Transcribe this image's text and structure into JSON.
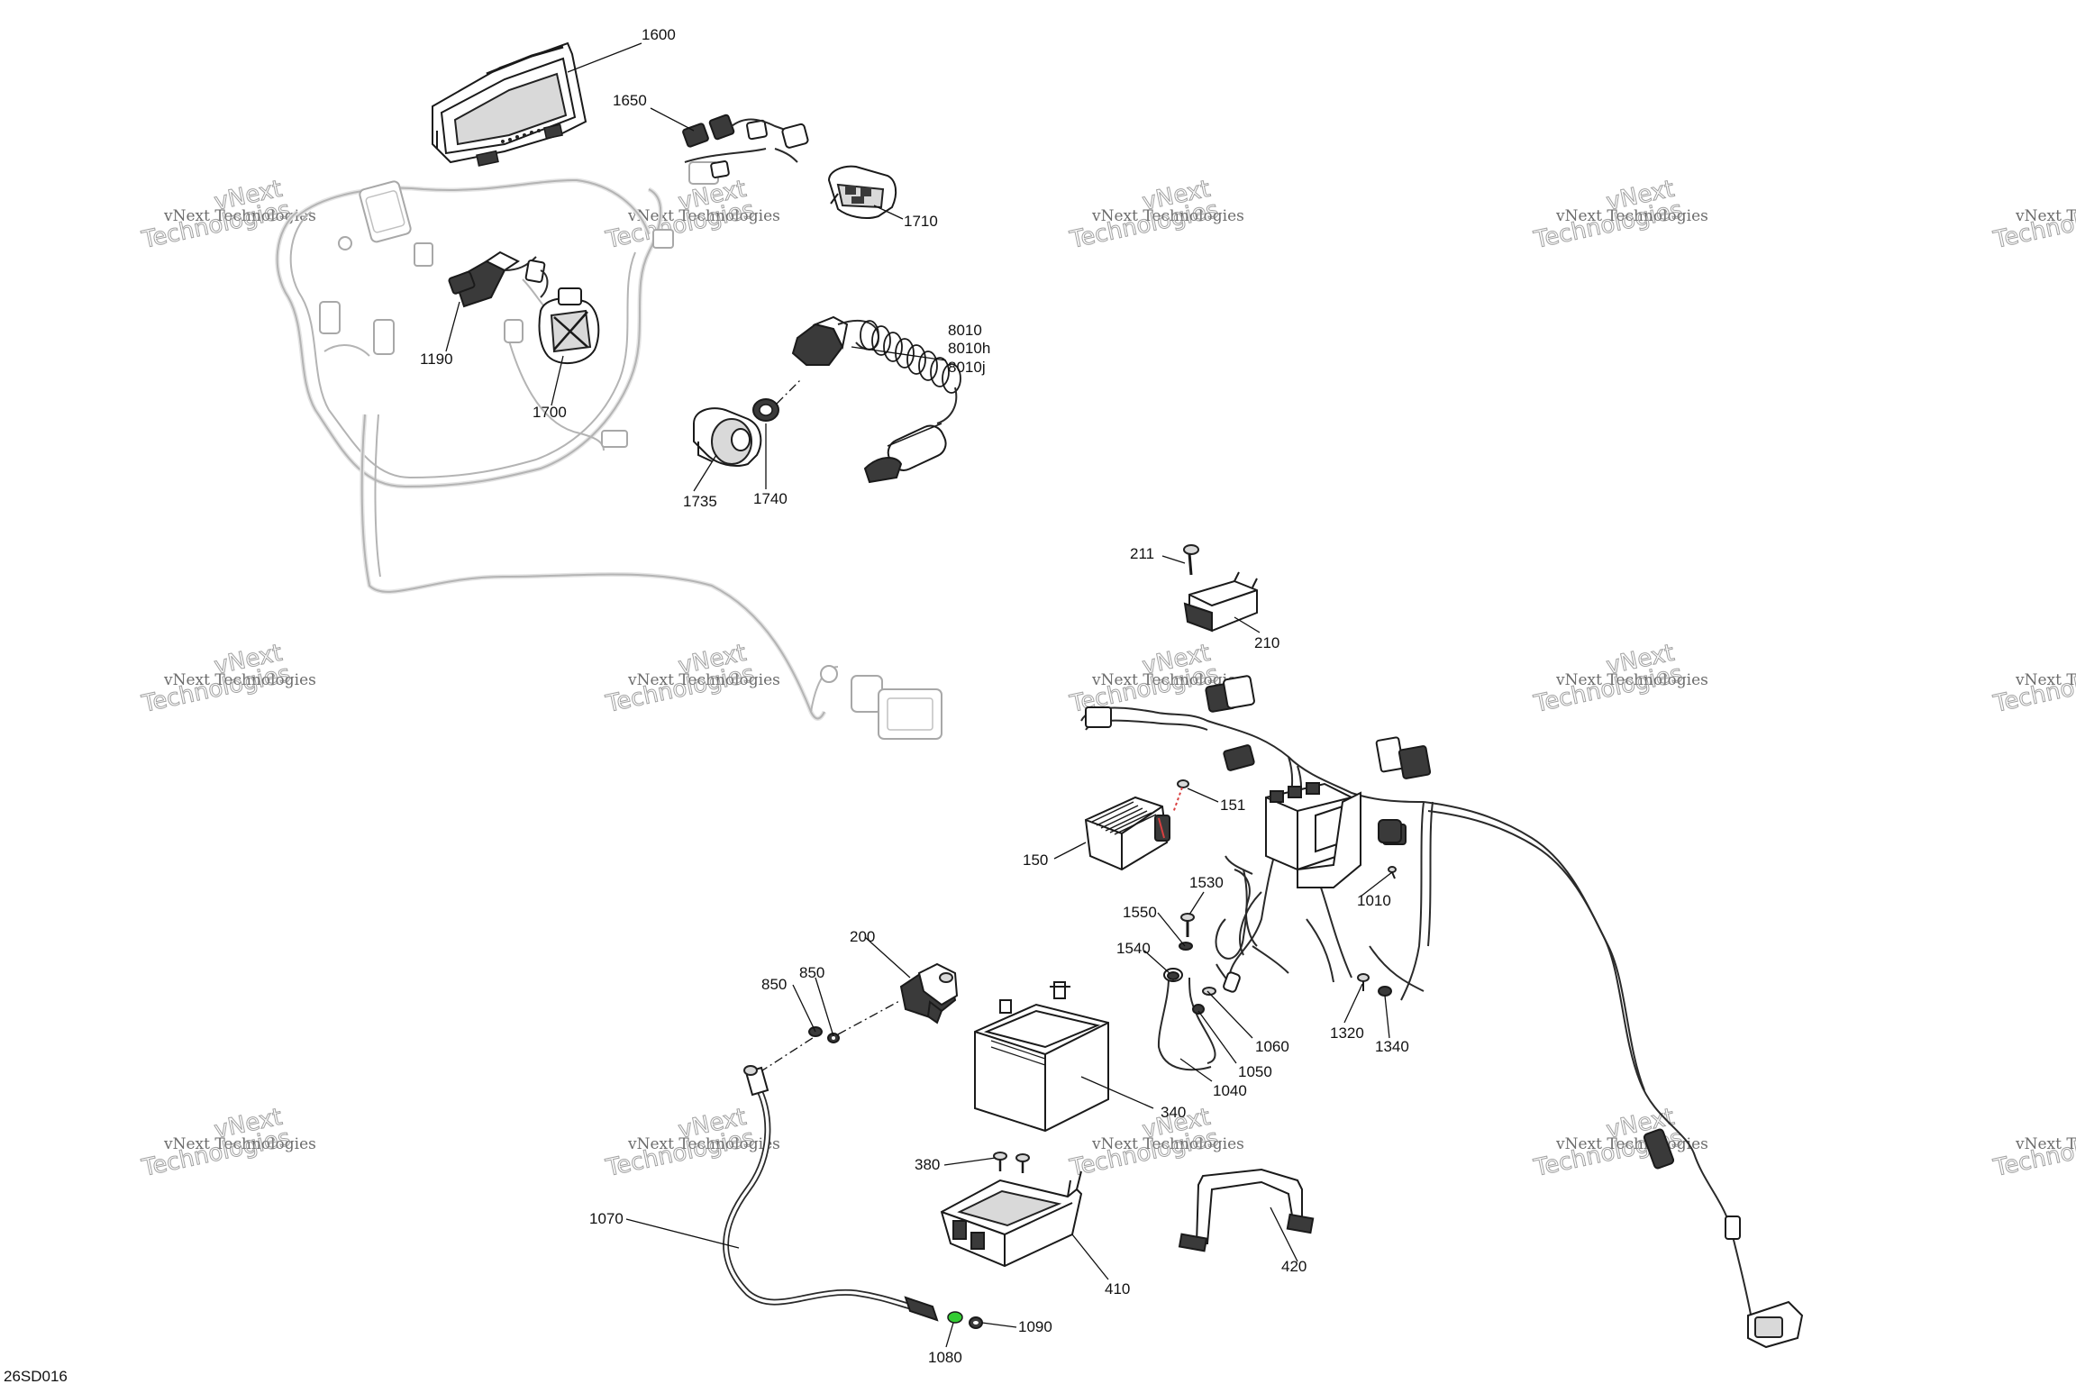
{
  "drawing_code": "26SD016",
  "watermark": {
    "line1": "vNext Technologies",
    "line2": "Technologies",
    "stamp": "vNext"
  },
  "callouts": [
    {
      "id": "c1600",
      "label": "1600"
    },
    {
      "id": "c1650",
      "label": "1650"
    },
    {
      "id": "c1710",
      "label": "1710"
    },
    {
      "id": "c1190",
      "label": "1190"
    },
    {
      "id": "c1700",
      "label": "1700"
    },
    {
      "id": "c8010",
      "label": "8010"
    },
    {
      "id": "c8010h",
      "label": "8010h"
    },
    {
      "id": "c8010j",
      "label": "8010j"
    },
    {
      "id": "c1735",
      "label": "1735"
    },
    {
      "id": "c1740",
      "label": "1740"
    },
    {
      "id": "c211",
      "label": "211"
    },
    {
      "id": "c210",
      "label": "210"
    },
    {
      "id": "c151",
      "label": "151"
    },
    {
      "id": "c150",
      "label": "150"
    },
    {
      "id": "c1530",
      "label": "1530"
    },
    {
      "id": "c1550",
      "label": "1550"
    },
    {
      "id": "c1540",
      "label": "1540"
    },
    {
      "id": "c1010",
      "label": "1010"
    },
    {
      "id": "c200",
      "label": "200"
    },
    {
      "id": "c850a",
      "label": "850"
    },
    {
      "id": "c850b",
      "label": "850"
    },
    {
      "id": "c1060",
      "label": "1060"
    },
    {
      "id": "c1050",
      "label": "1050"
    },
    {
      "id": "c1040",
      "label": "1040"
    },
    {
      "id": "c1320",
      "label": "1320"
    },
    {
      "id": "c1340",
      "label": "1340"
    },
    {
      "id": "c340",
      "label": "340"
    },
    {
      "id": "c380",
      "label": "380"
    },
    {
      "id": "c1070",
      "label": "1070"
    },
    {
      "id": "c410",
      "label": "410"
    },
    {
      "id": "c420",
      "label": "420"
    },
    {
      "id": "c1090",
      "label": "1090"
    },
    {
      "id": "c1080",
      "label": "1080"
    }
  ],
  "colors": {
    "line": "#1a1a1a",
    "ghost": "#b4b4b4",
    "washer_highlight": "#33cc33",
    "bolt_highlight": "#d94040"
  }
}
